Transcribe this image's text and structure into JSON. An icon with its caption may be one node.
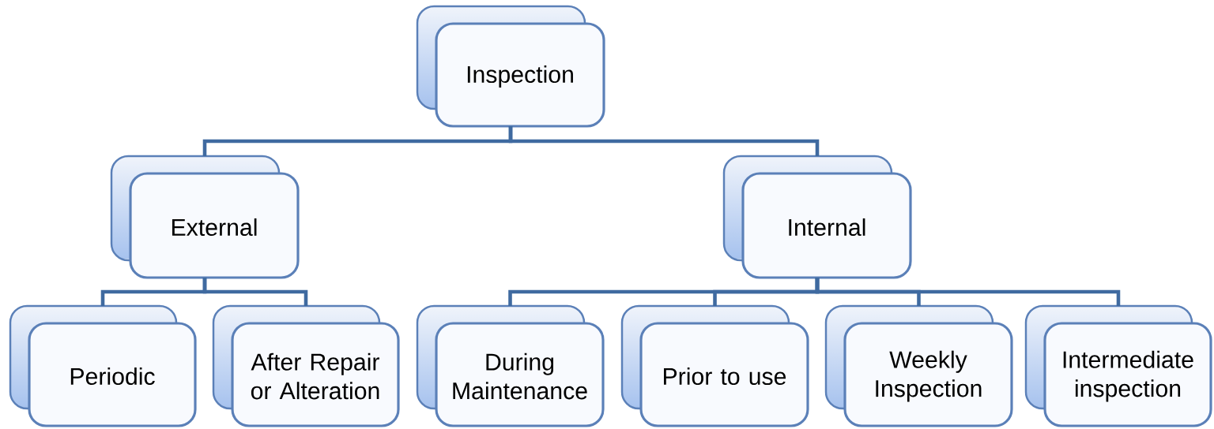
{
  "diagram": {
    "nodes": [
      {
        "text": [
          "Inspection"
        ]
      },
      {
        "text": [
          "External"
        ]
      },
      {
        "text": [
          "Internal"
        ]
      },
      {
        "text": [
          "Periodic"
        ]
      },
      {
        "text": [
          "After Repair or Alteration"
        ]
      },
      {
        "text": [
          "During Maintenance"
        ]
      },
      {
        "text": [
          "Prior to use"
        ]
      },
      {
        "text": [
          "Weekly Inspection"
        ]
      },
      {
        "text": [
          "Intermediate inspection"
        ]
      }
    ],
    "edges": [
      {
        "from": 0,
        "to": 1,
        "arrow": "none"
      },
      {
        "from": 0,
        "to": 2,
        "arrow": "none"
      },
      {
        "from": 1,
        "to": 3,
        "arrow": "none"
      },
      {
        "from": 1,
        "to": 4,
        "arrow": "none"
      },
      {
        "from": 2,
        "to": 5,
        "arrow": "none"
      },
      {
        "from": 2,
        "to": 6,
        "arrow": "none"
      },
      {
        "from": 2,
        "to": 7,
        "arrow": "none"
      },
      {
        "from": 2,
        "to": 8,
        "arrow": "none"
      }
    ]
  }
}
